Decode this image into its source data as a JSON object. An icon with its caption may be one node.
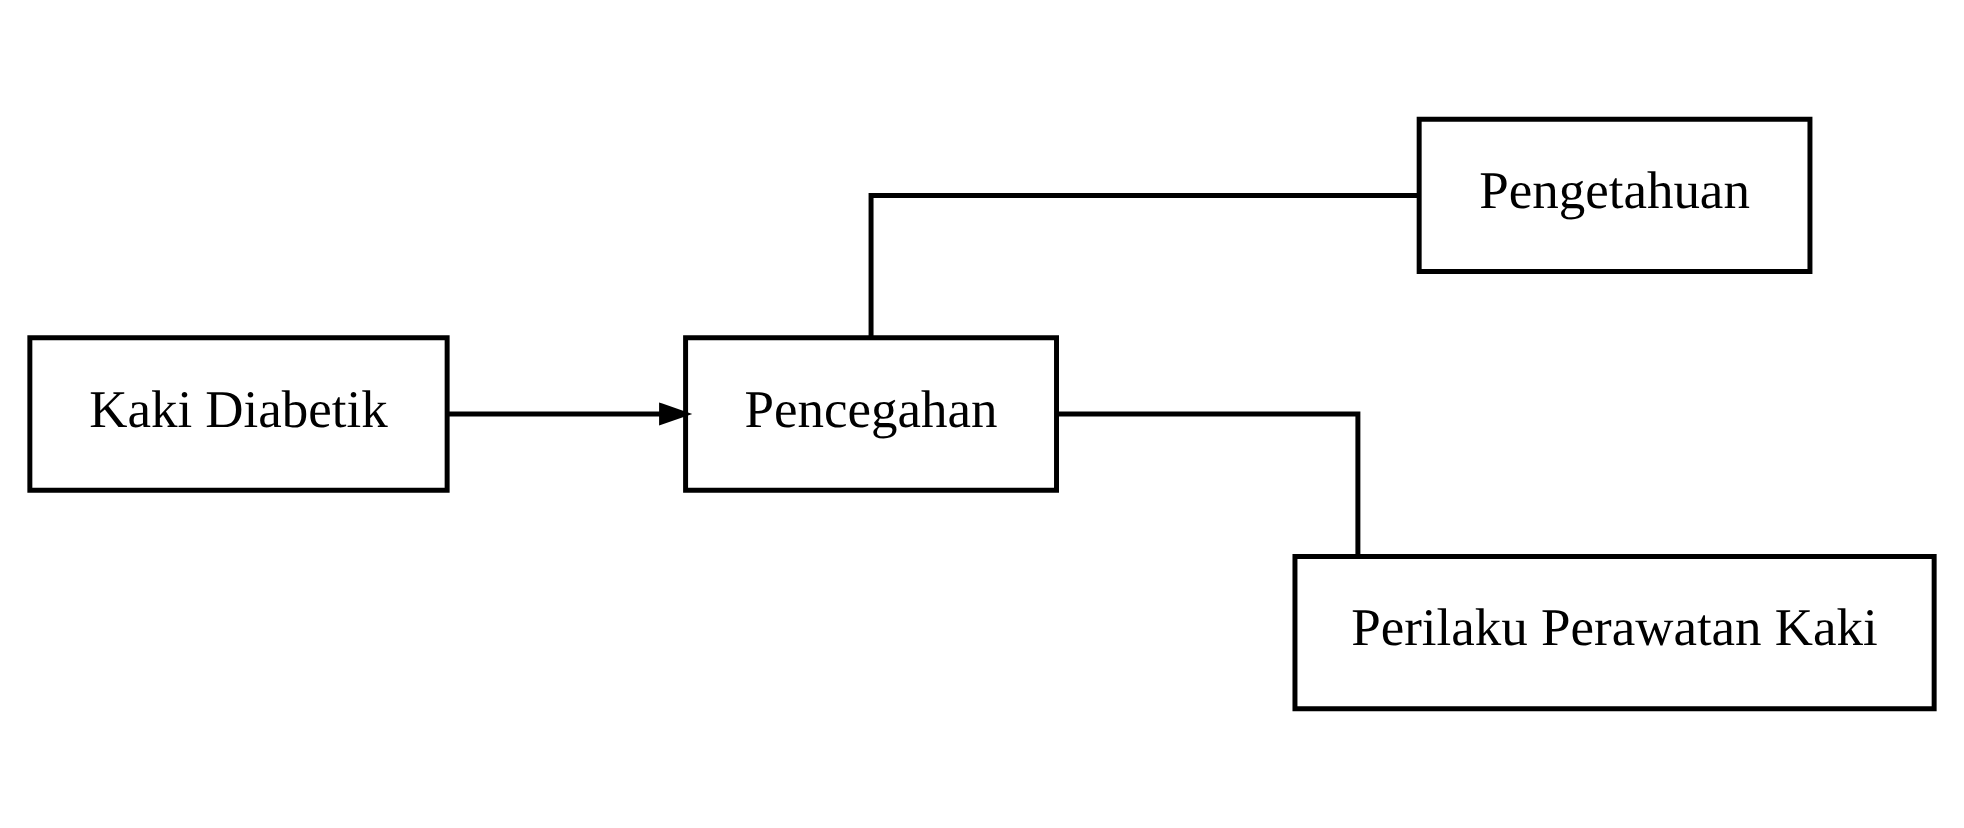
{
  "diagram": {
    "nodes": [
      {
        "text": [
          "Kaki Diabetik"
        ]
      },
      {
        "text": [
          "Pencegahan"
        ]
      },
      {
        "text": [
          "Pengetahuan"
        ]
      },
      {
        "text": [
          "Perilaku Perawatan Kaki"
        ]
      }
    ],
    "edges": [
      {
        "from": 0,
        "to": 1,
        "arrow": "to"
      },
      {
        "from": 1,
        "to": 2,
        "arrow": "none"
      },
      {
        "from": 1,
        "to": 3,
        "arrow": "none"
      }
    ]
  }
}
